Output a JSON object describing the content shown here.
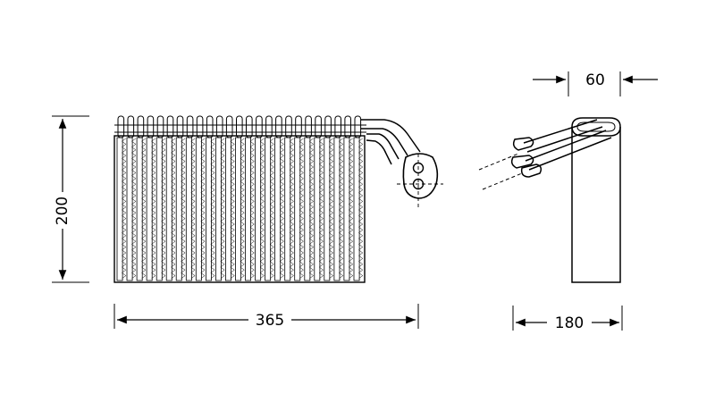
{
  "drawing": {
    "line_color": "#000000",
    "background": "#ffffff",
    "front_view": {
      "height_dimension": "200",
      "width_dimension": "365"
    },
    "side_view": {
      "depth_dimension": "180",
      "thickness_dimension": "60"
    }
  }
}
